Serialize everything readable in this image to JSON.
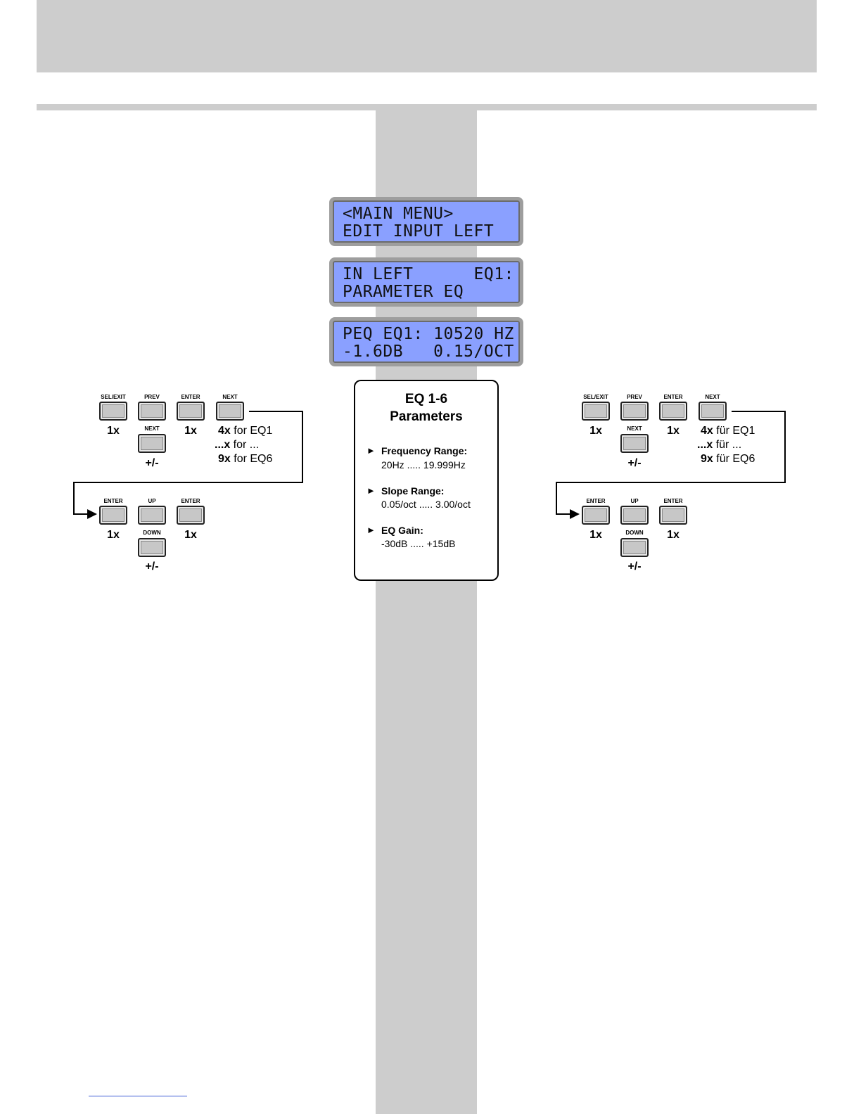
{
  "lcd": {
    "screen1": {
      "line1": "<MAIN MENU>",
      "line2": "EDIT INPUT LEFT"
    },
    "screen2": {
      "line1": "IN LEFT      EQ1:",
      "line2": "PARAMETER EQ"
    },
    "screen3": {
      "line1": "PEQ EQ1: 10520 HZ",
      "line2": "-1.6DB   0.15/OCT"
    }
  },
  "buttons": {
    "sel_exit": "SEL/EXIT",
    "prev": "PREV",
    "enter": "ENTER",
    "next": "NEXT",
    "up": "UP",
    "down": "DOWN"
  },
  "counts": {
    "one": "1x",
    "plus_minus": "+/-"
  },
  "left_steps": {
    "count1": "4x",
    "text1": " for EQ1",
    "count2": "...x",
    "text2": " for ...",
    "count3": "9x",
    "text3": " for EQ6"
  },
  "right_steps": {
    "count1": "4x",
    "text1": " für EQ1",
    "count2": "...x",
    "text2": " für ...",
    "count3": "9x",
    "text3": " für EQ6"
  },
  "parameters": {
    "title_line1": "EQ 1-6",
    "title_line2": "Parameters",
    "bullet": "►",
    "items": [
      {
        "label": "Frequency Range:",
        "range": "20Hz ..... 19.999Hz"
      },
      {
        "label": "Slope Range:",
        "range": "0.05/oct ..... 3.00/oct"
      },
      {
        "label": "EQ Gain:",
        "range": "-30dB ..... +15dB"
      }
    ]
  }
}
